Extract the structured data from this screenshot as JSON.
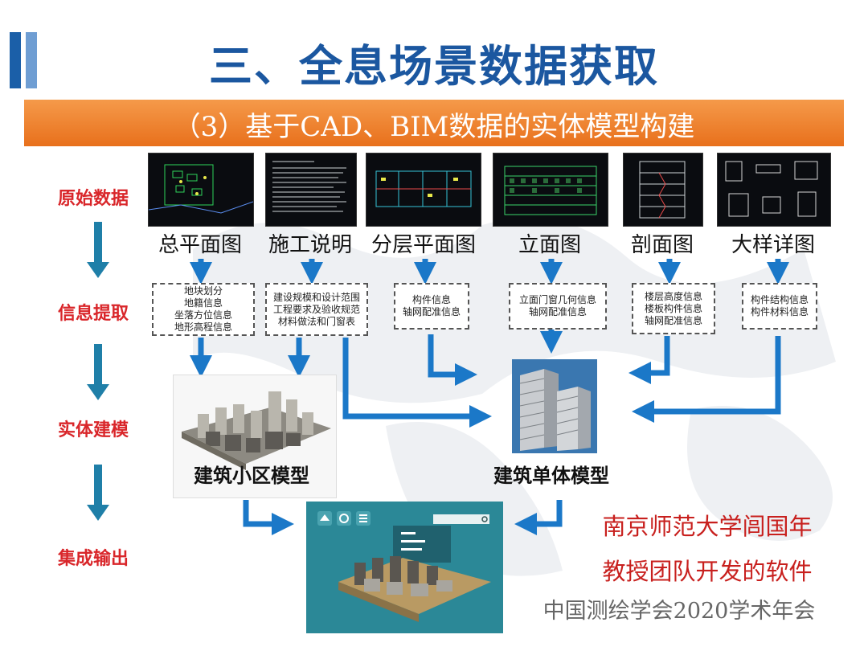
{
  "title": "三、全息场景数据获取",
  "banner": "（3）基于CAD、BIM数据的实体模型构建",
  "rows": [
    "原始数据",
    "信息提取",
    "实体建模",
    "集成输出"
  ],
  "sources": [
    "总平面图",
    "施工说明",
    "分层平面图",
    "立面图",
    "剖面图",
    "大样详图"
  ],
  "info": [
    [
      "地块划分",
      "地籍信息",
      "坐落方位信息",
      "地形高程信息"
    ],
    [
      "建设规模和设计范围",
      "工程要求及验收规范",
      "材料做法和门窗表"
    ],
    [
      "构件信息",
      "轴网配准信息"
    ],
    [
      "立面门窗几何信息",
      "轴网配准信息"
    ],
    [
      "楼层高度信息",
      "楼板构件信息",
      "轴网配准信息"
    ],
    [
      "构件结构信息",
      "构件材料信息"
    ]
  ],
  "models": {
    "community": "建筑小区模型",
    "single": "建筑单体模型"
  },
  "credit": [
    "南京师范大学闾国年",
    "教授团队开发的软件"
  ],
  "conference": "中国测绘学会2020学术年会",
  "colors": {
    "title": "#1b57a0",
    "banner": "#ee7d27",
    "row_label": "#d9262a",
    "arrow": "#1b78c8",
    "down_arrow": "#1f7fa8"
  }
}
